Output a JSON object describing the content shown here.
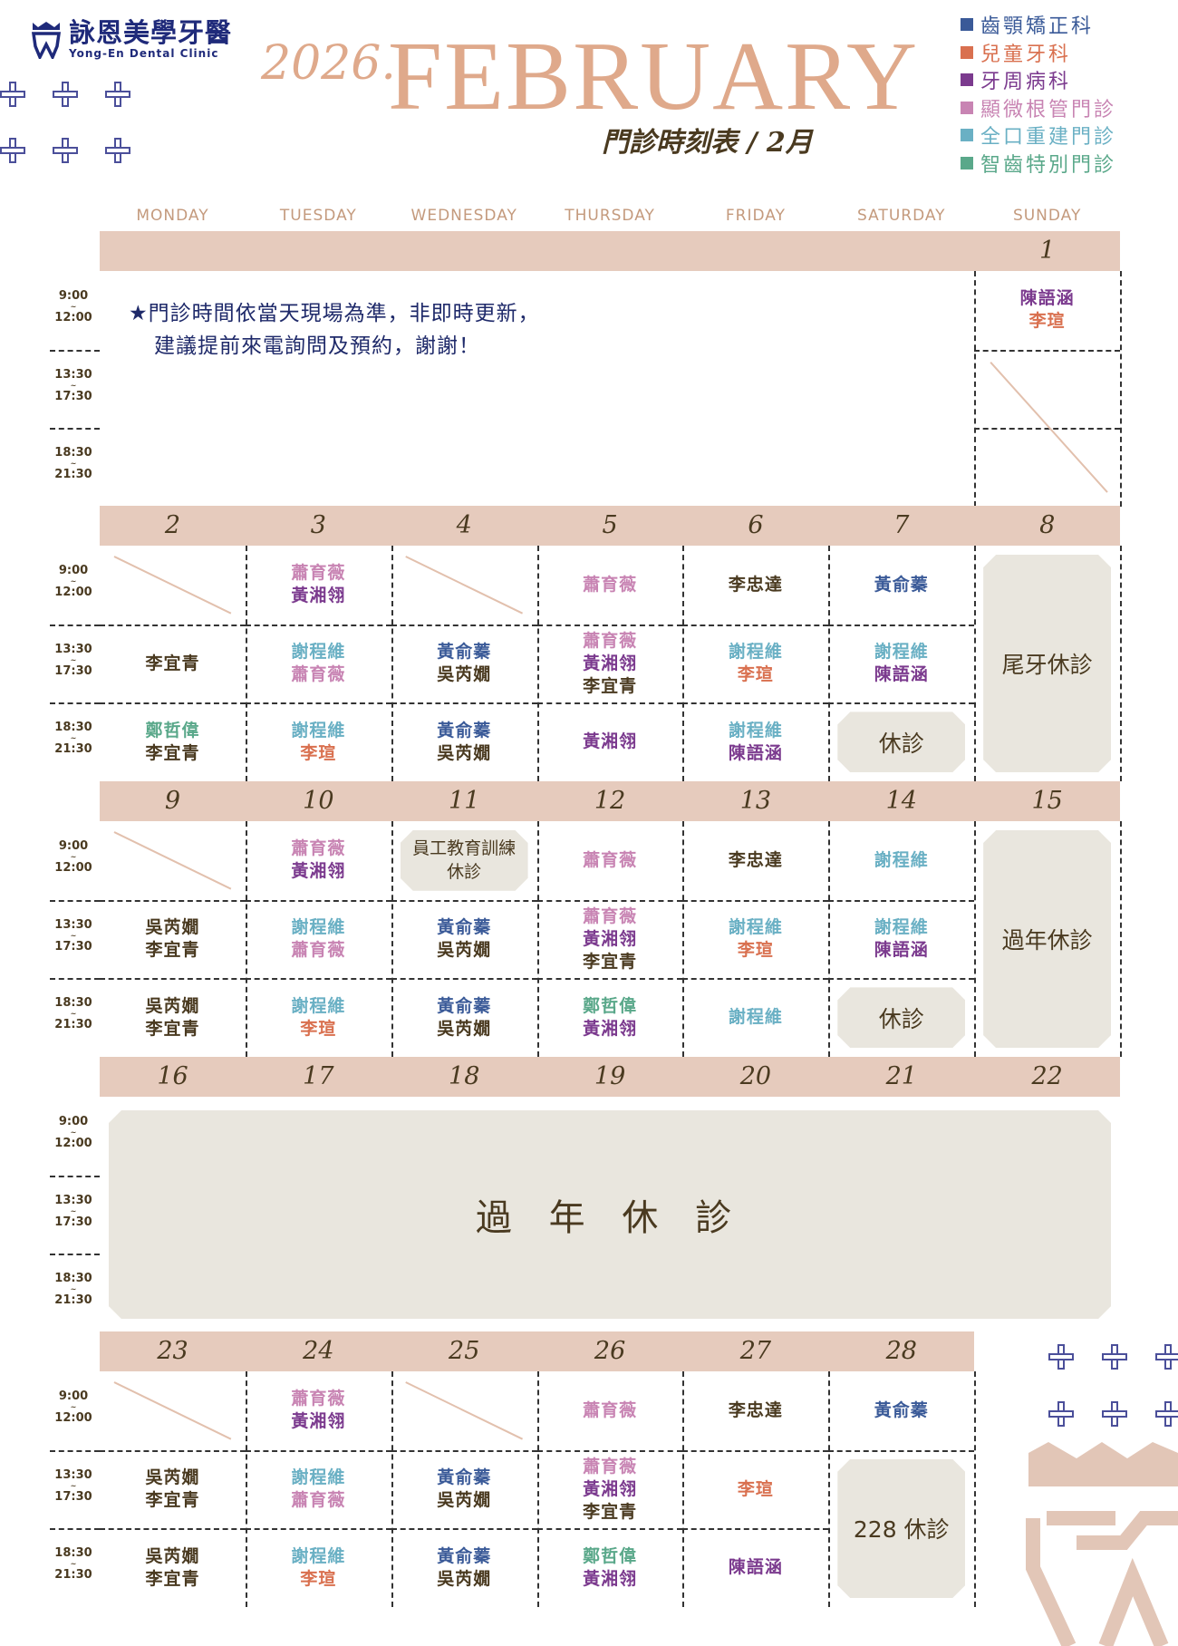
{
  "clinic": {
    "name_cn": "詠恩美學牙醫",
    "name_en": "Yong-En Dental Clinic"
  },
  "header": {
    "year": "2026.",
    "month": "FEBRUARY",
    "subtitle": "門診時刻表 / 2月"
  },
  "legend": [
    {
      "key": "ortho",
      "label": "齒顎矯正科",
      "color": "#3a5a98"
    },
    {
      "key": "kids",
      "label": "兒童牙科",
      "color": "#d9704f"
    },
    {
      "key": "perio",
      "label": "牙周病科",
      "color": "#7b3a8e"
    },
    {
      "key": "endo",
      "label": "顯微根管門診",
      "color": "#c884b3"
    },
    {
      "key": "prosth",
      "label": "全口重建門診",
      "color": "#6ab0c4"
    },
    {
      "key": "wisdom",
      "label": "智齒特別門診",
      "color": "#5aa88a"
    }
  ],
  "default_color": "#4a3a20",
  "doctors": {
    "蕭育薇": "endo",
    "黃湘翎": "perio",
    "黃俞蓁": "ortho",
    "吳芮嫺": "",
    "李忠達": "",
    "謝程維": "prosth",
    "李瑄": "kids",
    "陳語涵": "perio",
    "李宜青": "",
    "鄭哲偉": "wisdom"
  },
  "weekdays": [
    "MONDAY",
    "TUESDAY",
    "WEDNESDAY",
    "THURSDAY",
    "FRIDAY",
    "SATURDAY",
    "SUNDAY"
  ],
  "time_slots": [
    {
      "start": "9:00",
      "end": "12:00"
    },
    {
      "start": "13:30",
      "end": "17:30"
    },
    {
      "start": "18:30",
      "end": "21:30"
    }
  ],
  "notice": [
    "★門診時間依當天現場為準，非即時更新，",
    "建議提前來電詢問及預約，謝謝！"
  ],
  "weeks": [
    {
      "gridFrom": 6,
      "days": [
        null,
        null,
        null,
        null,
        null,
        null,
        {
          "date": "1",
          "slots": [
            [
              "陳語涵",
              "李瑄"
            ],
            [],
            []
          ],
          "slash": [
            1
          ]
        }
      ]
    },
    {
      "days": [
        {
          "date": "2",
          "slots": [
            [],
            [
              "李宜青"
            ],
            [
              "鄭哲偉",
              "李宜青"
            ]
          ],
          "slash": [
            0
          ]
        },
        {
          "date": "3",
          "slots": [
            [
              "蕭育薇",
              "黃湘翎"
            ],
            [
              "謝程維",
              "蕭育薇"
            ],
            [
              "謝程維",
              "李瑄"
            ]
          ]
        },
        {
          "date": "4",
          "slots": [
            [],
            [
              "黃俞蓁",
              "吳芮嫺"
            ],
            [
              "黃俞蓁",
              "吳芮嫺"
            ]
          ],
          "slash": [
            0
          ]
        },
        {
          "date": "5",
          "slots": [
            [
              "蕭育薇"
            ],
            [
              "蕭育薇",
              "黃湘翎",
              "李宜青"
            ],
            [
              "黃湘翎"
            ]
          ]
        },
        {
          "date": "6",
          "slots": [
            [
              "李忠達"
            ],
            [
              "謝程維",
              "李瑄"
            ],
            [
              "謝程維",
              "陳語涵"
            ]
          ]
        },
        {
          "date": "7",
          "slots": [
            [
              "黃俞蓁"
            ],
            [
              "謝程維",
              "陳語涵"
            ],
            []
          ],
          "closed": {
            "from": 2,
            "to": 2,
            "label": "休診"
          }
        },
        {
          "date": "8",
          "slots": [
            [],
            [],
            []
          ],
          "closed": {
            "from": 0,
            "to": 2,
            "label": "尾牙休診"
          }
        }
      ]
    },
    {
      "days": [
        {
          "date": "9",
          "slots": [
            [],
            [
              "吳芮嫺",
              "李宜青"
            ],
            [
              "吳芮嫺",
              "李宜青"
            ]
          ],
          "slash": [
            0
          ]
        },
        {
          "date": "10",
          "slots": [
            [
              "蕭育薇",
              "黃湘翎"
            ],
            [
              "謝程維",
              "蕭育薇"
            ],
            [
              "謝程維",
              "李瑄"
            ]
          ]
        },
        {
          "date": "11",
          "slots": [
            [],
            [
              "黃俞蓁",
              "吳芮嫺"
            ],
            [
              "黃俞蓁",
              "吳芮嫺"
            ]
          ],
          "closed": {
            "from": 0,
            "to": 0,
            "label": "員工教育訓練\n休診",
            "small": true
          }
        },
        {
          "date": "12",
          "slots": [
            [
              "蕭育薇"
            ],
            [
              "蕭育薇",
              "黃湘翎",
              "李宜青"
            ],
            [
              "鄭哲偉",
              "黃湘翎"
            ]
          ]
        },
        {
          "date": "13",
          "slots": [
            [
              "李忠達"
            ],
            [
              "謝程維",
              "李瑄"
            ],
            [
              "謝程維"
            ]
          ]
        },
        {
          "date": "14",
          "slots": [
            [
              "謝程維"
            ],
            [
              "謝程維",
              "陳語涵"
            ],
            []
          ],
          "closed": {
            "from": 2,
            "to": 2,
            "label": "休診"
          }
        },
        {
          "date": "15",
          "slots": [
            [],
            [],
            []
          ],
          "closed": {
            "from": 0,
            "to": 2,
            "label": "過年休診"
          }
        }
      ]
    },
    {
      "gridFrom": 7,
      "days": [
        {
          "date": "16"
        },
        {
          "date": "17"
        },
        {
          "date": "18"
        },
        {
          "date": "19"
        },
        {
          "date": "20"
        },
        {
          "date": "21"
        },
        {
          "date": "22"
        }
      ],
      "bigClosed": "過 年 休 診"
    },
    {
      "barCols": 6,
      "days": [
        {
          "date": "23",
          "slots": [
            [],
            [
              "吳芮嫺",
              "李宜青"
            ],
            [
              "吳芮嫺",
              "李宜青"
            ]
          ],
          "slash": [
            0
          ]
        },
        {
          "date": "24",
          "slots": [
            [
              "蕭育薇",
              "黃湘翎"
            ],
            [
              "謝程維",
              "蕭育薇"
            ],
            [
              "謝程維",
              "李瑄"
            ]
          ]
        },
        {
          "date": "25",
          "slots": [
            [],
            [
              "黃俞蓁",
              "吳芮嫺"
            ],
            [
              "黃俞蓁",
              "吳芮嫺"
            ]
          ],
          "slash": [
            0
          ]
        },
        {
          "date": "26",
          "slots": [
            [
              "蕭育薇"
            ],
            [
              "蕭育薇",
              "黃湘翎",
              "李宜青"
            ],
            [
              "鄭哲偉",
              "黃湘翎"
            ]
          ]
        },
        {
          "date": "27",
          "slots": [
            [
              "李忠達"
            ],
            [
              "李瑄"
            ],
            [
              "陳語涵"
            ]
          ]
        },
        {
          "date": "28",
          "slots": [
            [
              "黃俞蓁"
            ],
            [],
            []
          ],
          "closed": {
            "from": 1,
            "to": 2,
            "label": "228 休診"
          }
        },
        null
      ]
    }
  ]
}
